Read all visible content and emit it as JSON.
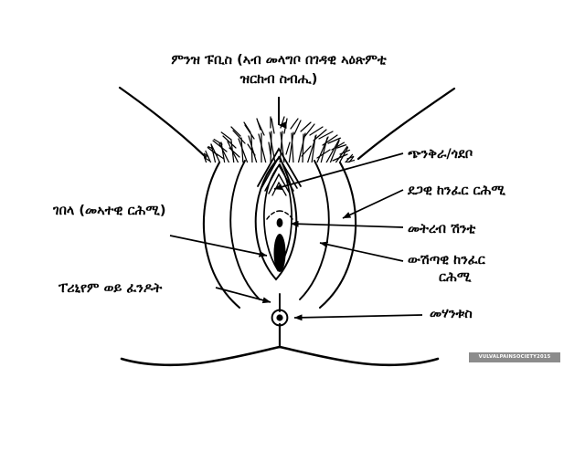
{
  "document": {
    "type": "anatomical-diagram",
    "subject": "vulva-external-anatomy",
    "language": "Tigrinya (Ge'ez script)",
    "background_color": "#ffffff",
    "ink_color": "#000000"
  },
  "title": {
    "text": "ምንዝ ፑቢስ (ኣብ መላግቦ በገዳዊ ኣዕጽምቲ\nዝርከብ ስብሒ)"
  },
  "labels": {
    "clitoris": "ጭንቅራ/ጎደቦ",
    "outer_lips": "ደጋዊ ከንፈር ርሕሚ",
    "urethra": "መትረብ ሽንቲ",
    "inner_lips_line1": "ውሽጣዊ ከንፈር",
    "inner_lips_line2": "ርሕሚ",
    "anus": "መሃንቱስ",
    "mons": "ገበላ (መኣተዊ ርሕሚ)",
    "perineum": "ፐሪኒየም ወይ ፈንዶት"
  },
  "watermark": {
    "text": "VULVALPAINSOCIETY2015",
    "background_color": "#8c8c8c",
    "text_color": "#ffffff"
  },
  "callouts": [
    {
      "name": "mons-pubis-arrow",
      "direction": "down",
      "target": "pubic-mound"
    },
    {
      "name": "clitoris-leader",
      "direction": "left",
      "target": "clitoral-hood"
    },
    {
      "name": "outer-lips-leader",
      "direction": "left",
      "target": "labia-majora"
    },
    {
      "name": "urethra-leader",
      "direction": "left",
      "target": "urethral-opening"
    },
    {
      "name": "inner-lips-leader",
      "direction": "left",
      "target": "labia-minora"
    },
    {
      "name": "anus-leader",
      "direction": "left",
      "target": "anus-opening"
    },
    {
      "name": "mons-leader",
      "direction": "right",
      "target": "vaginal-opening"
    },
    {
      "name": "perineum-leader",
      "direction": "right",
      "target": "perineum-area"
    }
  ]
}
